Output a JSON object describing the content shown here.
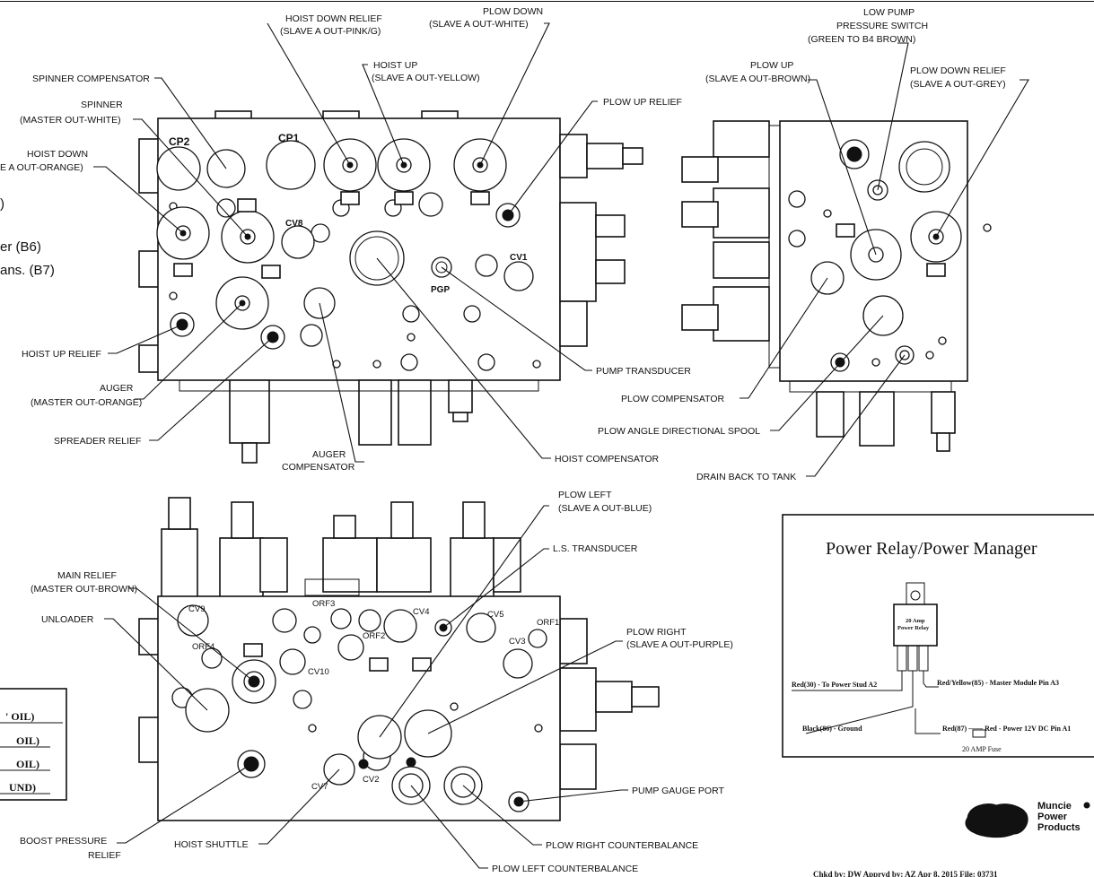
{
  "top_manifold": {
    "port_tags": {
      "cp2": "CP2",
      "cp1": "CP1",
      "cv8": "CV8",
      "cv1": "CV1",
      "pgp": "PGP"
    },
    "labels": {
      "hoist_down_relief_1": "HOIST DOWN RELIEF",
      "hoist_down_relief_2": "(SLAVE A OUT-PINK/G)",
      "plow_down_1": "PLOW DOWN",
      "plow_down_2": "(SLAVE A OUT-WHITE)",
      "hoist_up_1": "HOIST UP",
      "hoist_up_2": "(SLAVE A OUT-YELLOW)",
      "spinner_compensator": "SPINNER COMPENSATOR",
      "spinner_1": "SPINNER",
      "spinner_2": "(MASTER OUT-WHITE)",
      "hoist_down_1": "HOIST DOWN",
      "hoist_down_2": "E A OUT-ORANGE)",
      "plow_up_relief": "PLOW UP RELIEF",
      "hoist_up_relief": "HOIST UP RELIEF",
      "auger_1": "AUGER",
      "auger_2": "(MASTER OUT-ORANGE)",
      "spreader_relief": "SPREADER RELIEF",
      "auger_comp_1": "AUGER",
      "auger_comp_2": "COMPENSATOR",
      "pump_transducer": "PUMP TRANSDUCER",
      "hoist_compensator": "HOIST COMPENSATOR"
    }
  },
  "side_manifold": {
    "labels": {
      "low_pump_1": "LOW PUMP",
      "low_pump_2": "PRESSURE SWITCH",
      "low_pump_3": "(GREEN TO B4 BROWN)",
      "plow_up_1": "PLOW UP",
      "plow_up_2": "(SLAVE A OUT-BROWN)",
      "plow_down_relief_1": "PLOW DOWN RELIEF",
      "plow_down_relief_2": "(SLAVE A OUT-GREY)",
      "plow_compensator": "PLOW COMPENSATOR",
      "plow_angle_spool": "PLOW ANGLE DIRECTIONAL SPOOL",
      "drain_back": "DRAIN BACK TO TANK"
    }
  },
  "bottom_manifold": {
    "port_tags": {
      "cv9": "CV9",
      "orf3": "ORF3",
      "cv4": "CV4",
      "cv5": "CV5",
      "orf1": "ORF1",
      "orf2": "ORF2",
      "cv3": "CV3",
      "orf4": "ORF4",
      "cv10": "CV10",
      "cv7": "CV7",
      "cv2": "CV2"
    },
    "labels": {
      "plow_left_1": "PLOW LEFT",
      "plow_left_2": "(SLAVE A OUT-BLUE)",
      "ls_transducer": "L.S. TRANSDUCER",
      "main_relief_1": "MAIN RELIEF",
      "main_relief_2": "(MASTER OUT-BROWN)",
      "unloader": "UNLOADER",
      "plow_right_1": "PLOW RIGHT",
      "plow_right_2": "(SLAVE A OUT-PURPLE)",
      "pump_gauge_port": "PUMP GAUGE PORT",
      "boost_1": "BOOST PRESSURE",
      "boost_2": "RELIEF",
      "hoist_shuttle": "HOIST SHUTTLE",
      "plow_right_cb": "PLOW RIGHT COUNTERBALANCE",
      "plow_left_cb": "PLOW LEFT COUNTERBALANCE"
    }
  },
  "left_notes": {
    "paren_fragment": ")",
    "line_1": "er (B6)",
    "line_2": "ans. (B7)"
  },
  "legend_box": {
    "rows": [
      "' OIL)",
      "OIL)",
      "OIL)",
      "UND)"
    ]
  },
  "relay_panel": {
    "title": "Power Relay/Power Manager",
    "relay_label_1": "20 Amp",
    "relay_label_2": "Power Relay",
    "wire_30": "Red(30) - To Power Stud A2",
    "wire_85": "Red/Yellow(85) - Master Module Pin A3",
    "wire_86": "Black(86) - Ground",
    "wire_87": "Red(87)  ——  Red - Power 12V DC Pin A1",
    "fuse": "20 AMP Fuse"
  },
  "logo": {
    "company_1": "Muncie",
    "company_2": "Power",
    "company_3": "Products"
  },
  "footer_fragment": "Chkd by: DW    Apprvd by: AZ     Apr 8, 2015     File: 03731"
}
